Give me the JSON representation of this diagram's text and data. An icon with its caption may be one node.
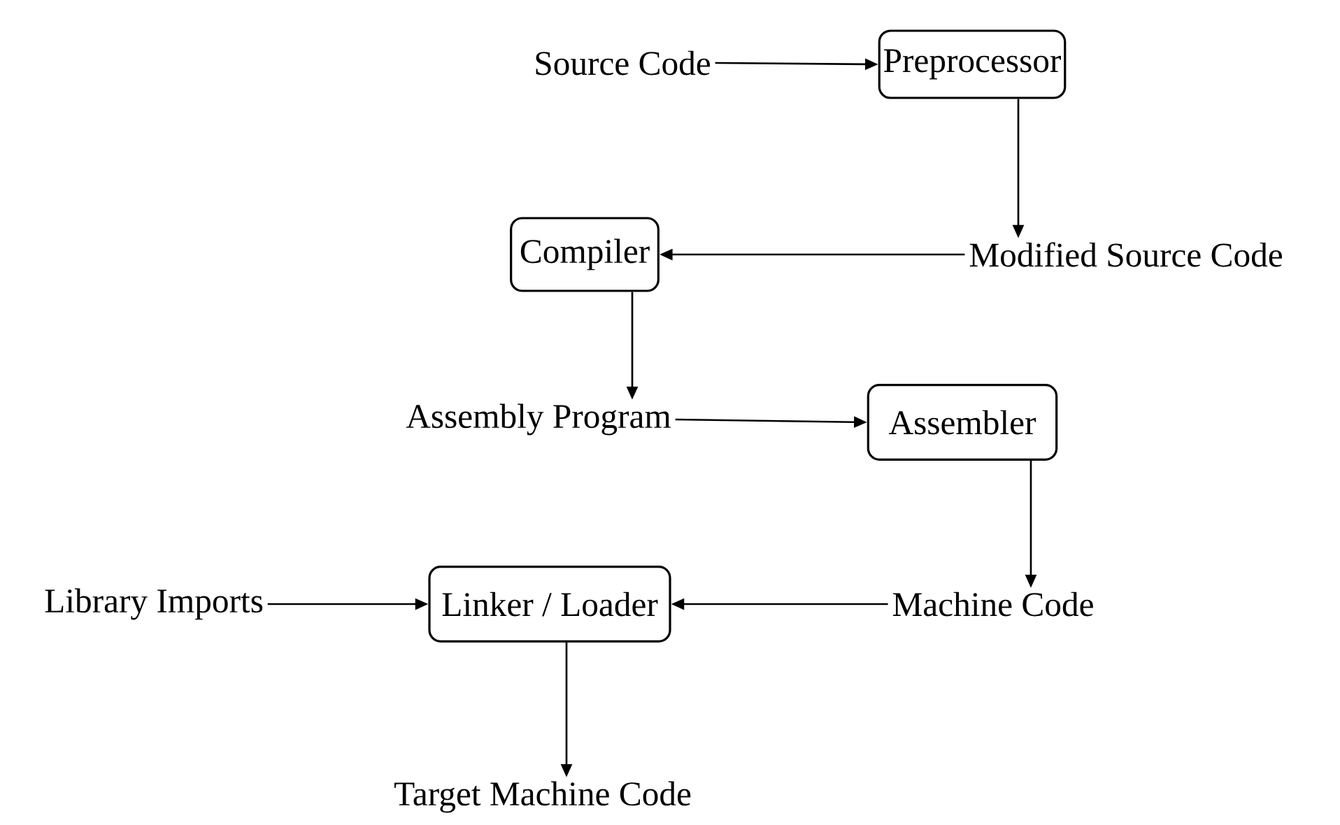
{
  "diagram": {
    "nodes": [
      {
        "text": [
          "Source Code"
        ]
      },
      {
        "text": [
          "Preprocessor"
        ]
      },
      {
        "text": [
          "Modified Source Code"
        ]
      },
      {
        "text": [
          "Compiler"
        ]
      },
      {
        "text": [
          "Assembly Program"
        ]
      },
      {
        "text": [
          "Assembler"
        ]
      },
      {
        "text": [
          "Machine Code"
        ]
      },
      {
        "text": [
          "Linker / Loader"
        ]
      },
      {
        "text": [
          "Library Imports"
        ]
      },
      {
        "text": [
          "Target Machine Code"
        ]
      }
    ],
    "edges": [
      {
        "from": 0,
        "to": 1,
        "arrow": "to"
      },
      {
        "from": 1,
        "to": 2,
        "arrow": "to"
      },
      {
        "from": 2,
        "to": 3,
        "arrow": "to"
      },
      {
        "from": 3,
        "to": 4,
        "arrow": "to"
      },
      {
        "from": 4,
        "to": 5,
        "arrow": "to"
      },
      {
        "from": 5,
        "to": 6,
        "arrow": "to"
      },
      {
        "from": 6,
        "to": 7,
        "arrow": "to"
      },
      {
        "from": 8,
        "to": 7,
        "arrow": "to"
      },
      {
        "from": 7,
        "to": 9,
        "arrow": "to"
      }
    ]
  }
}
